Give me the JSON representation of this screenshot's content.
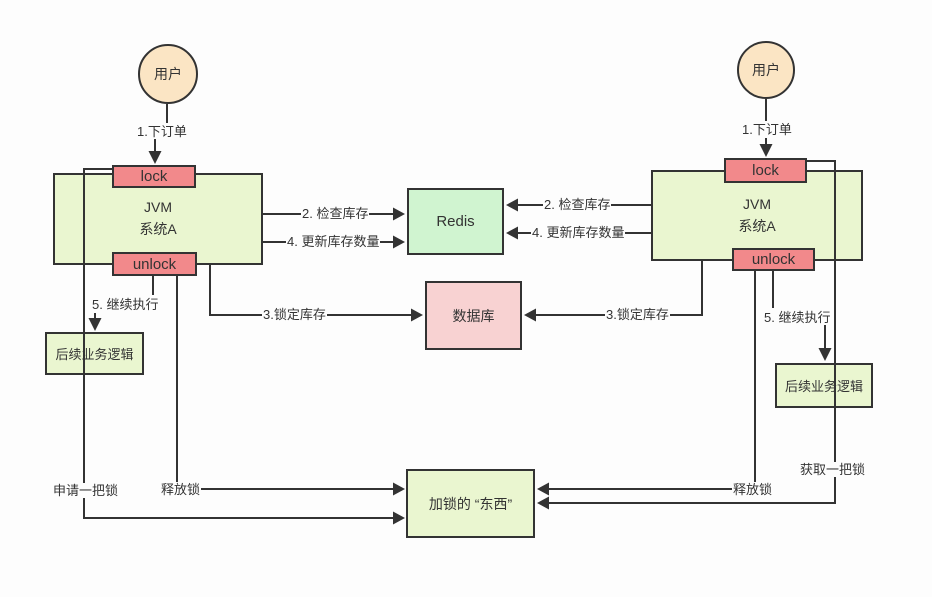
{
  "colors": {
    "stroke": "#333333",
    "user_fill": "#fbe5c4",
    "lock_fill": "#f2898b",
    "system_fill": "#eaf6d0",
    "redis_fill": "#d0f4d0",
    "database_fill": "#f8d2d2",
    "text": "#333333"
  },
  "nodes": {
    "user_left": "用户",
    "user_right": "用户",
    "lock_left": "lock",
    "unlock_left": "unlock",
    "lock_right": "lock",
    "unlock_right": "unlock",
    "jvm_left_line1": "JVM",
    "jvm_left_line2": "系统A",
    "jvm_right_line1": "JVM",
    "jvm_right_line2": "系统A",
    "redis": "Redis",
    "database": "数据库",
    "logic_left": "后续业务逻辑",
    "logic_right": "后续业务逻辑",
    "locked_thing": "加锁的 “东西”"
  },
  "edges": {
    "order_left": "1.下订单",
    "order_right": "1.下订单",
    "check_left": "2. 检查库存",
    "check_right": "2. 检查库存",
    "lockstock_left": "3.锁定库存",
    "lockstock_right": "3.锁定库存",
    "update_left": "4. 更新库存数量",
    "update_right": "4. 更新库存数量",
    "continue_left": "5. 继续执行",
    "continue_right": "5. 继续执行",
    "apply_lock": "申请一把锁",
    "release_left": "释放锁",
    "release_right": "释放锁",
    "acquire_lock": "获取一把锁"
  }
}
